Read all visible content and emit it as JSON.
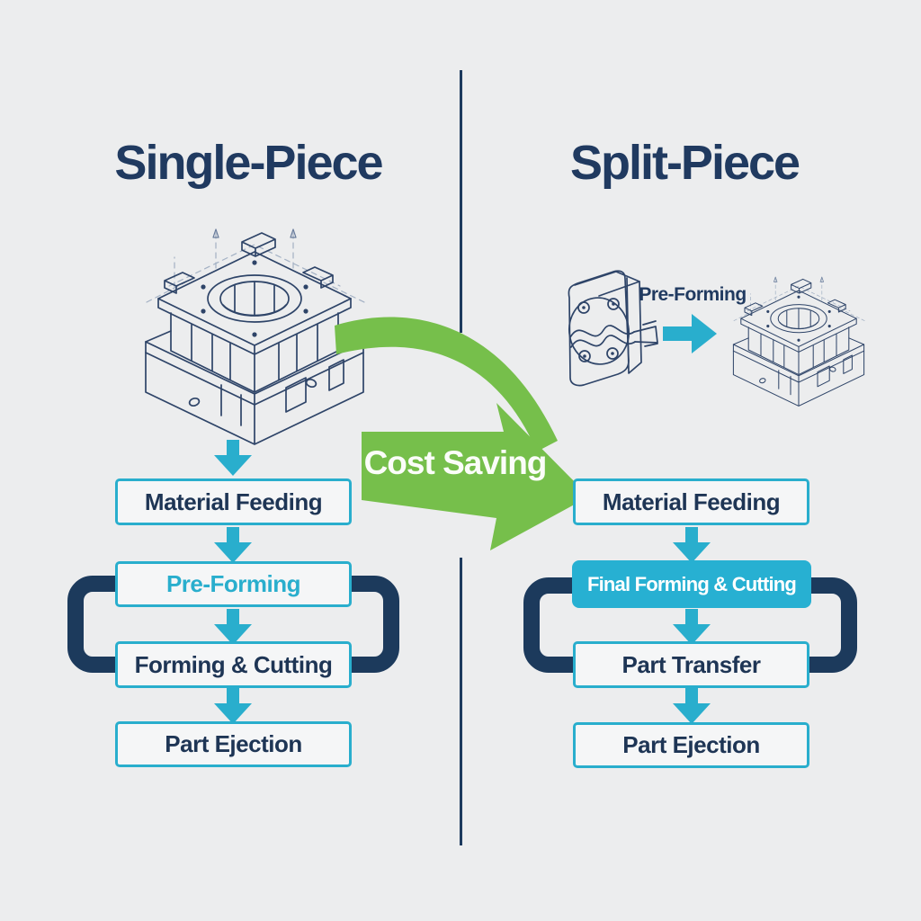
{
  "colors": {
    "background": "#ecedee",
    "navy_text": "#203a60",
    "bracket_navy": "#1c3a5c",
    "divider_navy": "#1d3a5e",
    "cyan": "#29aecd",
    "cyan_fill": "#27b0d2",
    "green": "#76bf4b",
    "box_fill": "#f5f6f7",
    "drawing_line": "#2e4468",
    "white": "#ffffff"
  },
  "left": {
    "title": "Single-Piece",
    "drawing": "single-piece progressive die (isometric technical drawing)",
    "steps": [
      {
        "label": "Material Feeding",
        "style": "outline"
      },
      {
        "label": "Pre-Forming",
        "style": "outline-cyan-text"
      },
      {
        "label": "Forming & Cutting",
        "style": "outline"
      },
      {
        "label": "Part Ejection",
        "style": "outline"
      }
    ]
  },
  "right": {
    "title": "Split-Piece",
    "drawing_label": "Pre-Forming",
    "drawing": "pre-forming split die transferring to final die (isometric technical drawing)",
    "steps": [
      {
        "label": "Material Feeding",
        "style": "outline"
      },
      {
        "label": "Final Forming & Cutting",
        "style": "filled"
      },
      {
        "label": "Part Transfer",
        "style": "outline"
      },
      {
        "label": "Part Ejection",
        "style": "outline"
      }
    ]
  },
  "center": {
    "cost_label": "Cost Saving"
  }
}
